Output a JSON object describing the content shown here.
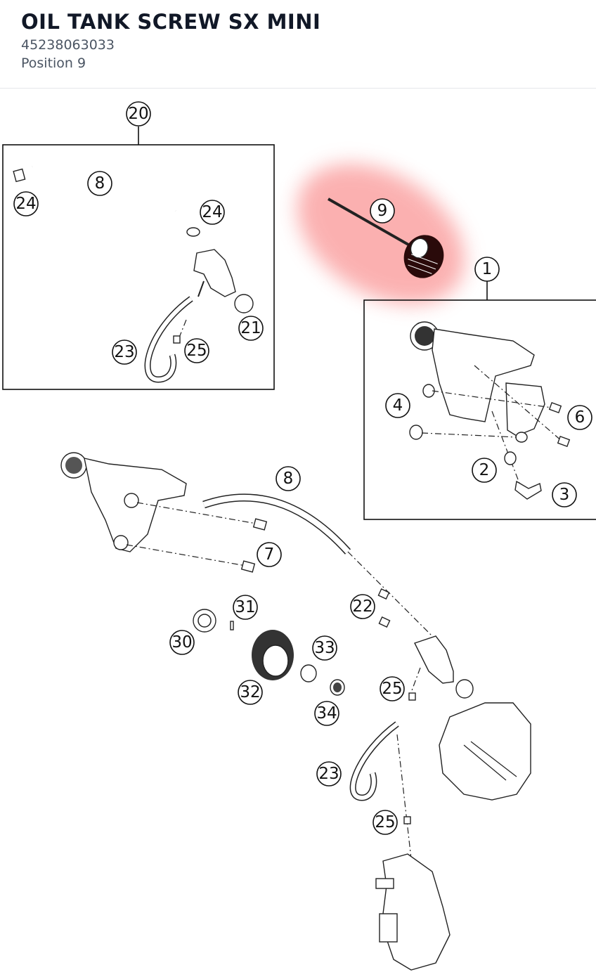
{
  "header": {
    "title": "OIL TANK SCREW SX MINI",
    "part_number": "45238063033",
    "position_label": "Position 9"
  },
  "diagram": {
    "highlight_color": "#f87171",
    "callouts": [
      "20",
      "8",
      "24",
      "24",
      "21",
      "23",
      "25",
      "9",
      "1",
      "4",
      "6",
      "2",
      "3",
      "8",
      "7",
      "31",
      "22",
      "30",
      "33",
      "32",
      "25",
      "34",
      "23",
      "25"
    ]
  }
}
